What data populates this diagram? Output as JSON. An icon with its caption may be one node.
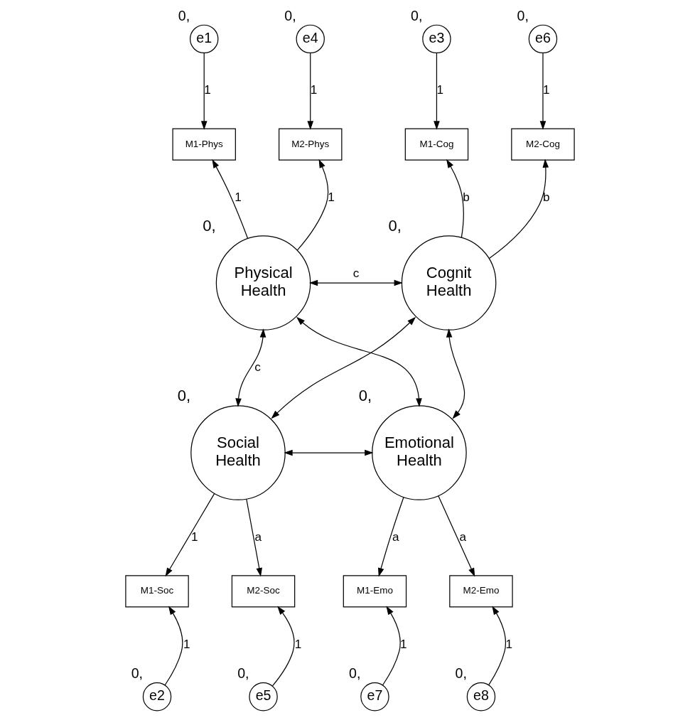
{
  "diagram": {
    "nodes": [
      {
        "text": [
          "Physical Health"
        ],
        "beside": [
          "0,"
        ]
      },
      {
        "text": [
          "Cognit Health"
        ],
        "beside": [
          "0,"
        ]
      },
      {
        "text": [
          "Social Health"
        ],
        "beside": [
          "0,"
        ]
      },
      {
        "text": [
          "Emotional Health"
        ],
        "beside": [
          "0,"
        ]
      },
      {
        "text": [
          "M1-Phys"
        ]
      },
      {
        "text": [
          "M2-Phys"
        ]
      },
      {
        "text": [
          "M1-Cog"
        ]
      },
      {
        "text": [
          "M2-Cog"
        ]
      },
      {
        "text": [
          "M1-Soc"
        ]
      },
      {
        "text": [
          "M2-Soc"
        ]
      },
      {
        "text": [
          "M1-Emo"
        ]
      },
      {
        "text": [
          "M2-Emo"
        ]
      },
      {
        "text": [
          "e1"
        ],
        "beside": [
          "0,"
        ]
      },
      {
        "text": [
          "e4"
        ],
        "beside": [
          "0,"
        ]
      },
      {
        "text": [
          "e3"
        ],
        "beside": [
          "0,"
        ]
      },
      {
        "text": [
          "e6"
        ],
        "beside": [
          "0,"
        ]
      },
      {
        "text": [
          "e2"
        ],
        "beside": [
          "0,"
        ]
      },
      {
        "text": [
          "e5"
        ],
        "beside": [
          "0,"
        ]
      },
      {
        "text": [
          "e7"
        ],
        "beside": [
          "0,"
        ]
      },
      {
        "text": [
          "e8"
        ],
        "beside": [
          "0,"
        ]
      }
    ],
    "edges": [
      {
        "from": 0,
        "to": 4,
        "arrow": "to",
        "label": "1"
      },
      {
        "from": 0,
        "to": 5,
        "arrow": "to",
        "label": "1"
      },
      {
        "from": 1,
        "to": 6,
        "arrow": "to",
        "label": "b"
      },
      {
        "from": 1,
        "to": 7,
        "arrow": "to",
        "label": "b"
      },
      {
        "from": 2,
        "to": 8,
        "arrow": "to",
        "label": "1"
      },
      {
        "from": 2,
        "to": 9,
        "arrow": "to",
        "label": "a"
      },
      {
        "from": 3,
        "to": 10,
        "arrow": "to",
        "label": "a"
      },
      {
        "from": 3,
        "to": 11,
        "arrow": "to",
        "label": "a"
      },
      {
        "from": 12,
        "to": 4,
        "arrow": "to",
        "label": "1"
      },
      {
        "from": 13,
        "to": 5,
        "arrow": "to",
        "label": "1"
      },
      {
        "from": 14,
        "to": 6,
        "arrow": "to",
        "label": "1"
      },
      {
        "from": 15,
        "to": 7,
        "arrow": "to",
        "label": "1"
      },
      {
        "from": 16,
        "to": 8,
        "arrow": "to",
        "label": "1"
      },
      {
        "from": 17,
        "to": 9,
        "arrow": "to",
        "label": "1"
      },
      {
        "from": 18,
        "to": 10,
        "arrow": "to",
        "label": "1"
      },
      {
        "from": 19,
        "to": 11,
        "arrow": "to",
        "label": "1"
      },
      {
        "from": 0,
        "to": 1,
        "arrow": "both",
        "label": "c"
      },
      {
        "from": 0,
        "to": 2,
        "arrow": "both",
        "label": "c"
      },
      {
        "from": 0,
        "to": 3,
        "arrow": "both"
      },
      {
        "from": 1,
        "to": 2,
        "arrow": "both"
      },
      {
        "from": 1,
        "to": 3,
        "arrow": "both"
      },
      {
        "from": 2,
        "to": 3,
        "arrow": "both"
      }
    ]
  }
}
